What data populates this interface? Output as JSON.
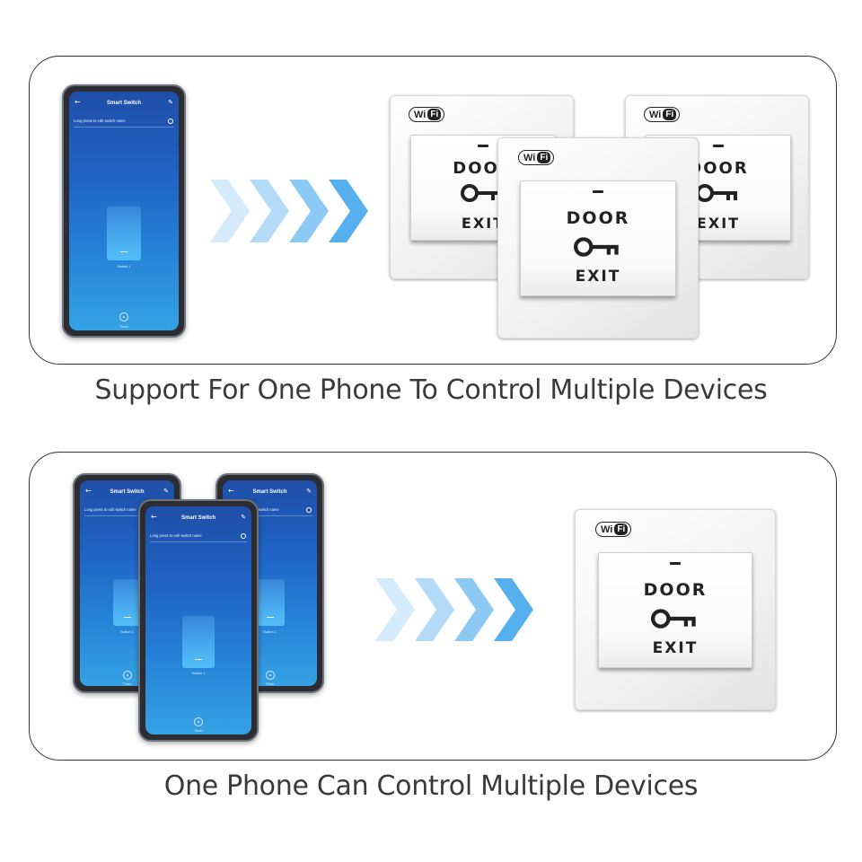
{
  "captions": {
    "top": "Support For One Phone To Control Multiple Devices",
    "bottom": "One Phone Can Control Multiple Devices"
  },
  "phone": {
    "title": "Smart Switch",
    "hint": "Long press to edit switch name",
    "switch_label": "Switch 1",
    "timer_label": "Timer",
    "back_icon": "back-arrow-icon",
    "edit_icon": "pencil-icon"
  },
  "device": {
    "wifi_left": "Wi",
    "wifi_right": "Fi",
    "line1": "DOOR",
    "line2": "EXIT",
    "icon": "key-icon"
  },
  "colors": {
    "chevron_light": "#cfe8fb",
    "chevron_mid": "#8ccaf5",
    "chevron_strong": "#56b0ee",
    "phone_screen_top": "#1f4fa8",
    "phone_screen_bottom": "#35a2e4"
  }
}
